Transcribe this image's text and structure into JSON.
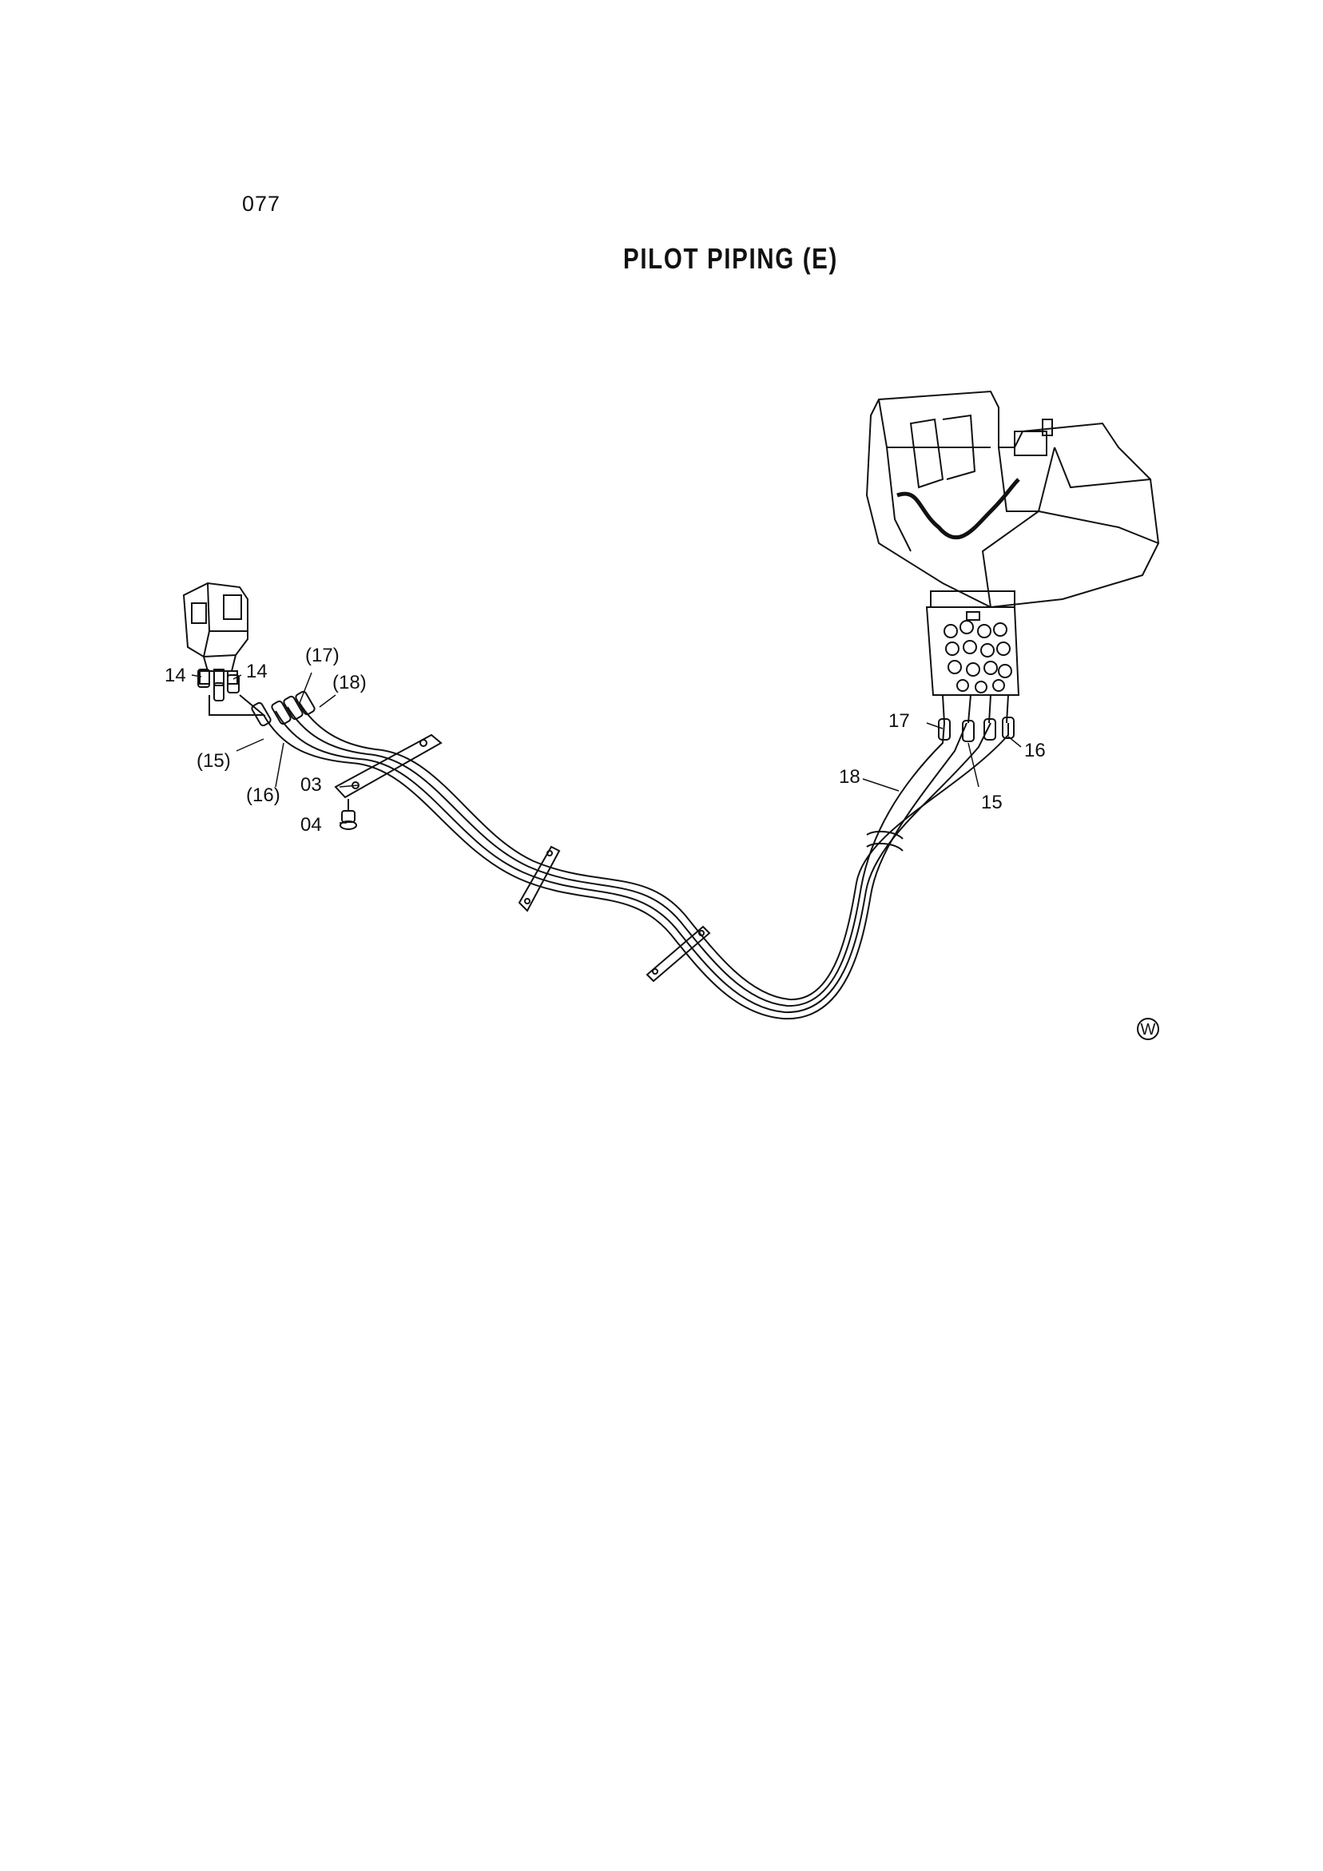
{
  "header": {
    "page_number": "077",
    "title": "PILOT PIPING (E)"
  },
  "callouts": {
    "left_14a": "14",
    "left_14b": "14",
    "left_17": "(17)",
    "left_18": "(18)",
    "left_15": "(15)",
    "left_16": "(16)",
    "part_03": "03",
    "part_04": "04",
    "right_17": "17",
    "right_16": "16",
    "right_18": "18",
    "right_15": "15"
  },
  "marks": {
    "corner_symbol": "W"
  },
  "colors": {
    "line": "#111111",
    "background": "#ffffff"
  }
}
